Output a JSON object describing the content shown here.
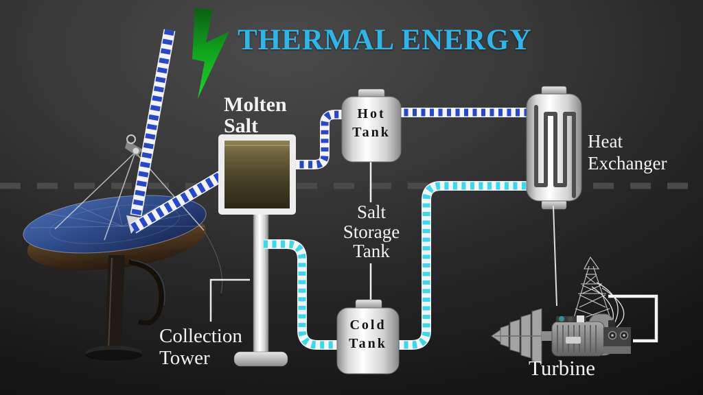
{
  "title": {
    "text": "THERMAL ENERGY",
    "color": "#2fb6e8"
  },
  "labels": {
    "molten_salt": {
      "lines": [
        "Molten",
        "Salt"
      ]
    },
    "hot_tank": {
      "lines": [
        "Hot",
        "Tank"
      ]
    },
    "salt_storage_tank": {
      "lines": [
        "Salt",
        "Storage",
        "Tank"
      ]
    },
    "cold_tank": {
      "lines": [
        "Cold",
        "Tank"
      ]
    },
    "heat_exchanger": {
      "lines": [
        "Heat",
        "Exchanger"
      ]
    },
    "collection_tower": {
      "lines": [
        "Collection",
        "Tower"
      ]
    },
    "turbine": {
      "text": "Turbine"
    }
  },
  "icons": {
    "lightning": "lightning-bolt-icon",
    "solar_collector": "solar-collector-dish-icon",
    "transmission_tower": "transmission-tower-icon",
    "turbine_generator": "turbine-generator-icon",
    "heat_exchanger_vessel": "heat-exchanger-coil-icon"
  },
  "colors": {
    "hot_pipe": "#2747cc",
    "cold_pipe": "#38d9ec",
    "title": "#2fb6e8",
    "lightning_green": "#12b622",
    "label_white": "#f2f2f2",
    "salt_liquid": "#5a502f"
  }
}
